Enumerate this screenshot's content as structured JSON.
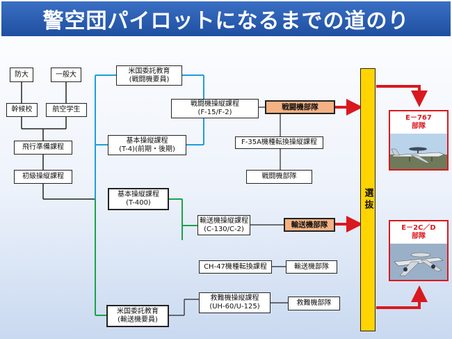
{
  "title": "警空団パイロットになるまでの道のり",
  "boxes": {
    "bodai": "防大",
    "ippan_dai": "一般大",
    "kankou": "幹候校",
    "koukuu_gakusei": "航空学生",
    "hikou_junbi": "飛行準備課程",
    "shokyu": "初級操縦課程",
    "beikoku_sentou": [
      "米国委託教育",
      "(戦闘機要員)"
    ],
    "kihon_t4": [
      "基本操縦課程",
      "(T-4)(前期・後期)"
    ],
    "kihon_t400": [
      "基本操縦課程",
      "(T-400)"
    ],
    "beikoku_yusou": [
      "米国委託教育",
      "(輸送機要員)"
    ],
    "sentouki_soujuu": [
      "戦闘機操縦課程",
      "(F-15/F-2)"
    ],
    "yusouki_soujuu": [
      "輸送機操縦課程",
      "(C-130/C-2)"
    ],
    "ch47": "CH-47機種転換課程",
    "kyuunan_soujuu": [
      "救難機操縦課程",
      "(UH-60/U-125)"
    ],
    "sentouki_butai_hl": "戦闘機部隊",
    "yusouki_butai_hl": "輸送機部隊",
    "f35a": "F-35A機種転換操縦課程",
    "sentouki_butai": "戦闘機部隊",
    "yusouki_butai": "輸送機部隊",
    "kyuunan_butai": "救難機部隊"
  },
  "selection": "選抜",
  "aircraft": {
    "e767": {
      "name": "E－767",
      "unit": "部隊"
    },
    "e2cd": {
      "name": "E－2C／D",
      "unit": "部隊"
    }
  },
  "colors": {
    "title_bg": "#1f4fa0",
    "fighter_path": "#1e9fd8",
    "transport_path": "#19a34a",
    "arrow": "#d9191f",
    "selection": "#ffd400",
    "highlight": "#f4b183"
  }
}
